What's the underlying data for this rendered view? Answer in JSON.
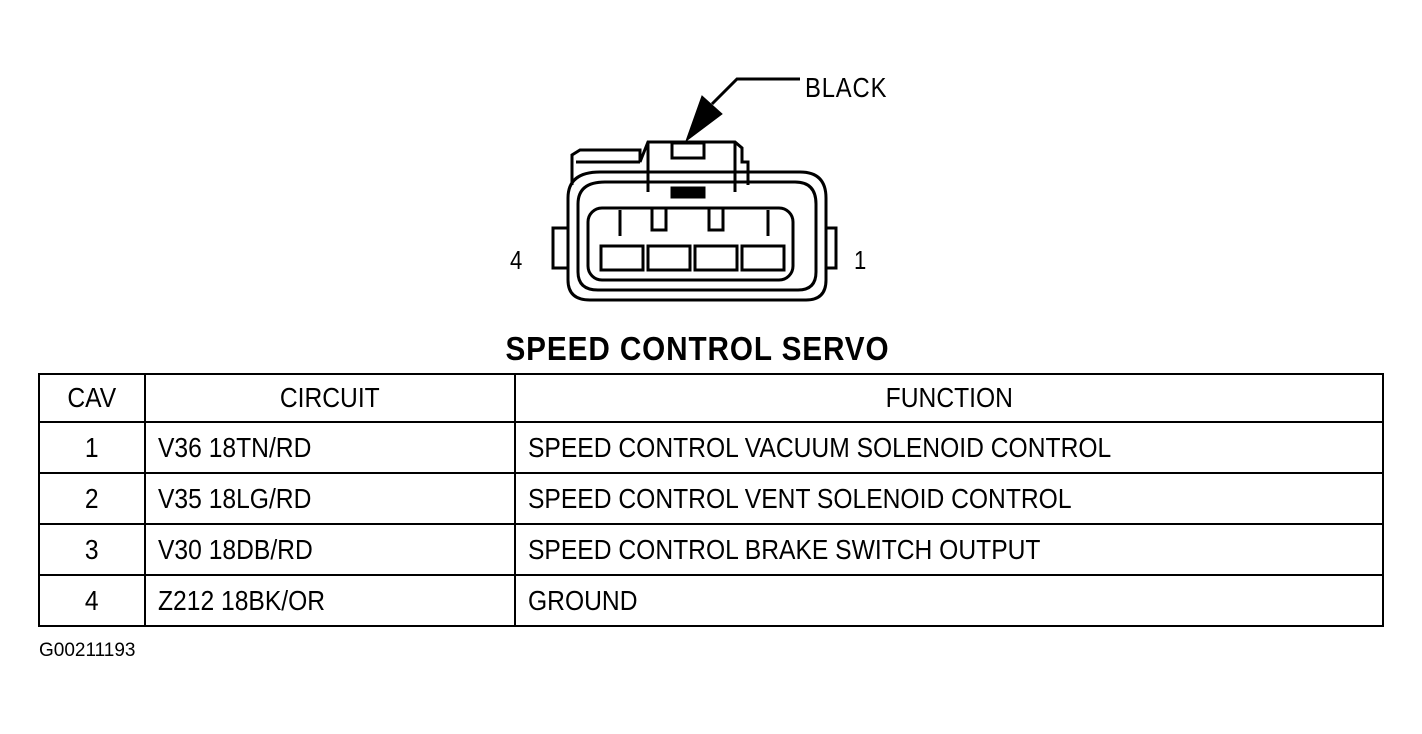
{
  "diagram": {
    "callout_label": "BLACK",
    "pin_labels": {
      "left": "4",
      "right": "1"
    }
  },
  "component_title": "SPEED CONTROL SERVO",
  "table": {
    "headers": {
      "cav": "CAV",
      "circuit": "CIRCUIT",
      "function": "FUNCTION"
    },
    "rows": [
      {
        "cav": "1",
        "circuit": "V36 18TN/RD",
        "function": "SPEED CONTROL VACUUM SOLENOID CONTROL"
      },
      {
        "cav": "2",
        "circuit": "V35 18LG/RD",
        "function": "SPEED CONTROL VENT SOLENOID CONTROL"
      },
      {
        "cav": "3",
        "circuit": "V30 18DB/RD",
        "function": "SPEED CONTROL BRAKE SWITCH OUTPUT"
      },
      {
        "cav": "4",
        "circuit": "Z212 18BK/OR",
        "function": "GROUND"
      }
    ]
  },
  "figure_id": "G00211193"
}
